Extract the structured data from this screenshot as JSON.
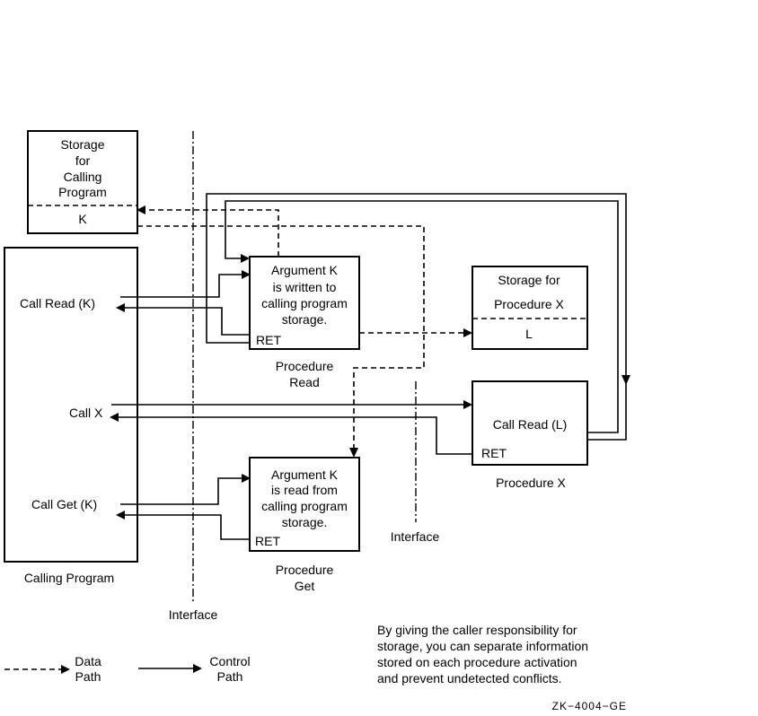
{
  "storage_calling": {
    "lines": [
      "Storage",
      "for",
      "Calling",
      "Program"
    ],
    "value": "K"
  },
  "calling_program": {
    "call_read": "Call Read (K)",
    "call_x": "Call X",
    "call_get": "Call Get (K)",
    "caption": "Calling Program"
  },
  "procedure_read": {
    "lines": [
      "Argument K",
      "is written to",
      "calling program",
      "storage."
    ],
    "ret": "RET",
    "caption": [
      "Procedure",
      "Read"
    ]
  },
  "procedure_get": {
    "lines": [
      "Argument K",
      "is read from",
      "calling program",
      "storage."
    ],
    "ret": "RET",
    "caption": [
      "Procedure",
      "Get"
    ]
  },
  "storage_x": {
    "lines": [
      "Storage for",
      "Procedure X"
    ],
    "value": "L"
  },
  "procedure_x": {
    "call": "Call Read (L)",
    "ret": "RET",
    "caption": "Procedure X"
  },
  "interface_labels": [
    "Interface",
    "Interface"
  ],
  "legend": {
    "data_path": [
      "Data",
      "Path"
    ],
    "control_path": [
      "Control",
      "Path"
    ]
  },
  "note": [
    "By giving the caller responsibility for",
    "storage, you can separate information",
    "stored on each procedure activation",
    "and prevent undetected conflicts."
  ],
  "figure_id": "ZK−4004−GE"
}
